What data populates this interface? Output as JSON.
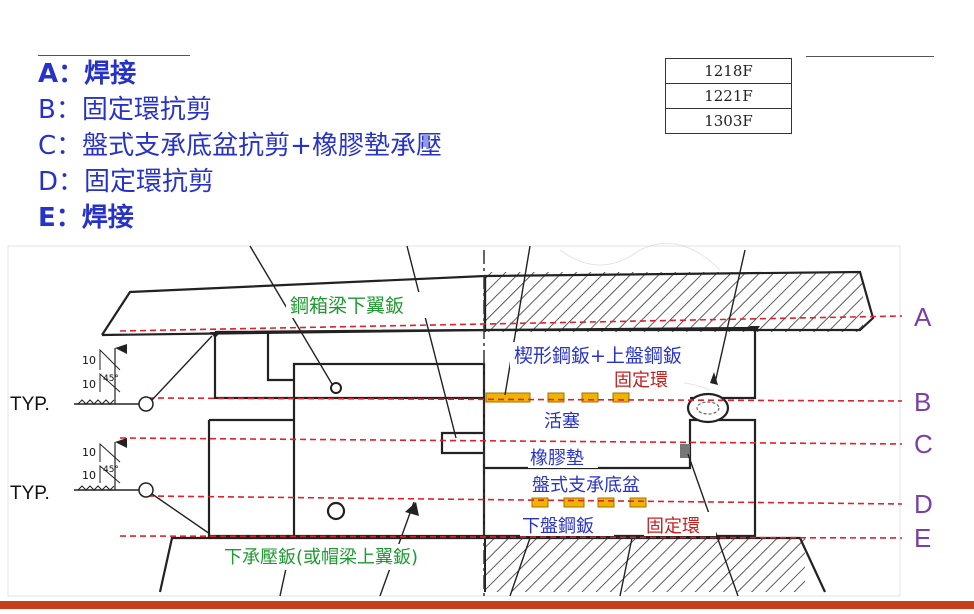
{
  "legend": [
    {
      "letter": "A",
      "sep": "：",
      "text": "焊接"
    },
    {
      "letter": "B",
      "sep": "：",
      "text": "固定環抗剪"
    },
    {
      "letter": "C",
      "sep": "：",
      "text": "盤式支承底盆抗剪+橡膠墊承壓"
    },
    {
      "letter": "D",
      "sep": "：",
      "text": "固定環抗剪"
    },
    {
      "letter": "E",
      "sep": "：",
      "text": "焊接"
    }
  ],
  "ref_table": [
    "1218F",
    "1221F",
    "1303F"
  ],
  "diagram": {
    "labels": {
      "top_flange": "鋼箱梁下翼鈑",
      "wedge_plate": "楔形鋼鈑+上盤鋼鈑",
      "fixed_ring_upper": "固定環",
      "piston": "活塞",
      "rubber_pad": "橡膠墊",
      "pot_base": "盤式支承底盆",
      "lower_plate": "下盤鋼鈑",
      "fixed_ring_lower": "固定環",
      "bearing_plate": "下承壓鈑(或帽梁上翼鈑)"
    },
    "weld_upper": {
      "typ": "TYP.",
      "size_top": "10",
      "size_bottom": "10",
      "angle": "45°"
    },
    "weld_lower": {
      "typ": "TYP.",
      "size_top": "10",
      "size_bottom": "10",
      "angle": "45°"
    },
    "levels": [
      "A",
      "B",
      "C",
      "D",
      "E"
    ]
  },
  "colors": {
    "legend_text": "#2732c8",
    "green_label": "#1e9a30",
    "blue_label": "#2732c8",
    "red_label": "#c81e1e",
    "level_line": "#e0202a",
    "level_letter": "#7b3fa6",
    "yellow_part": "#f2b300",
    "bottom_bar": "#c6401d"
  }
}
